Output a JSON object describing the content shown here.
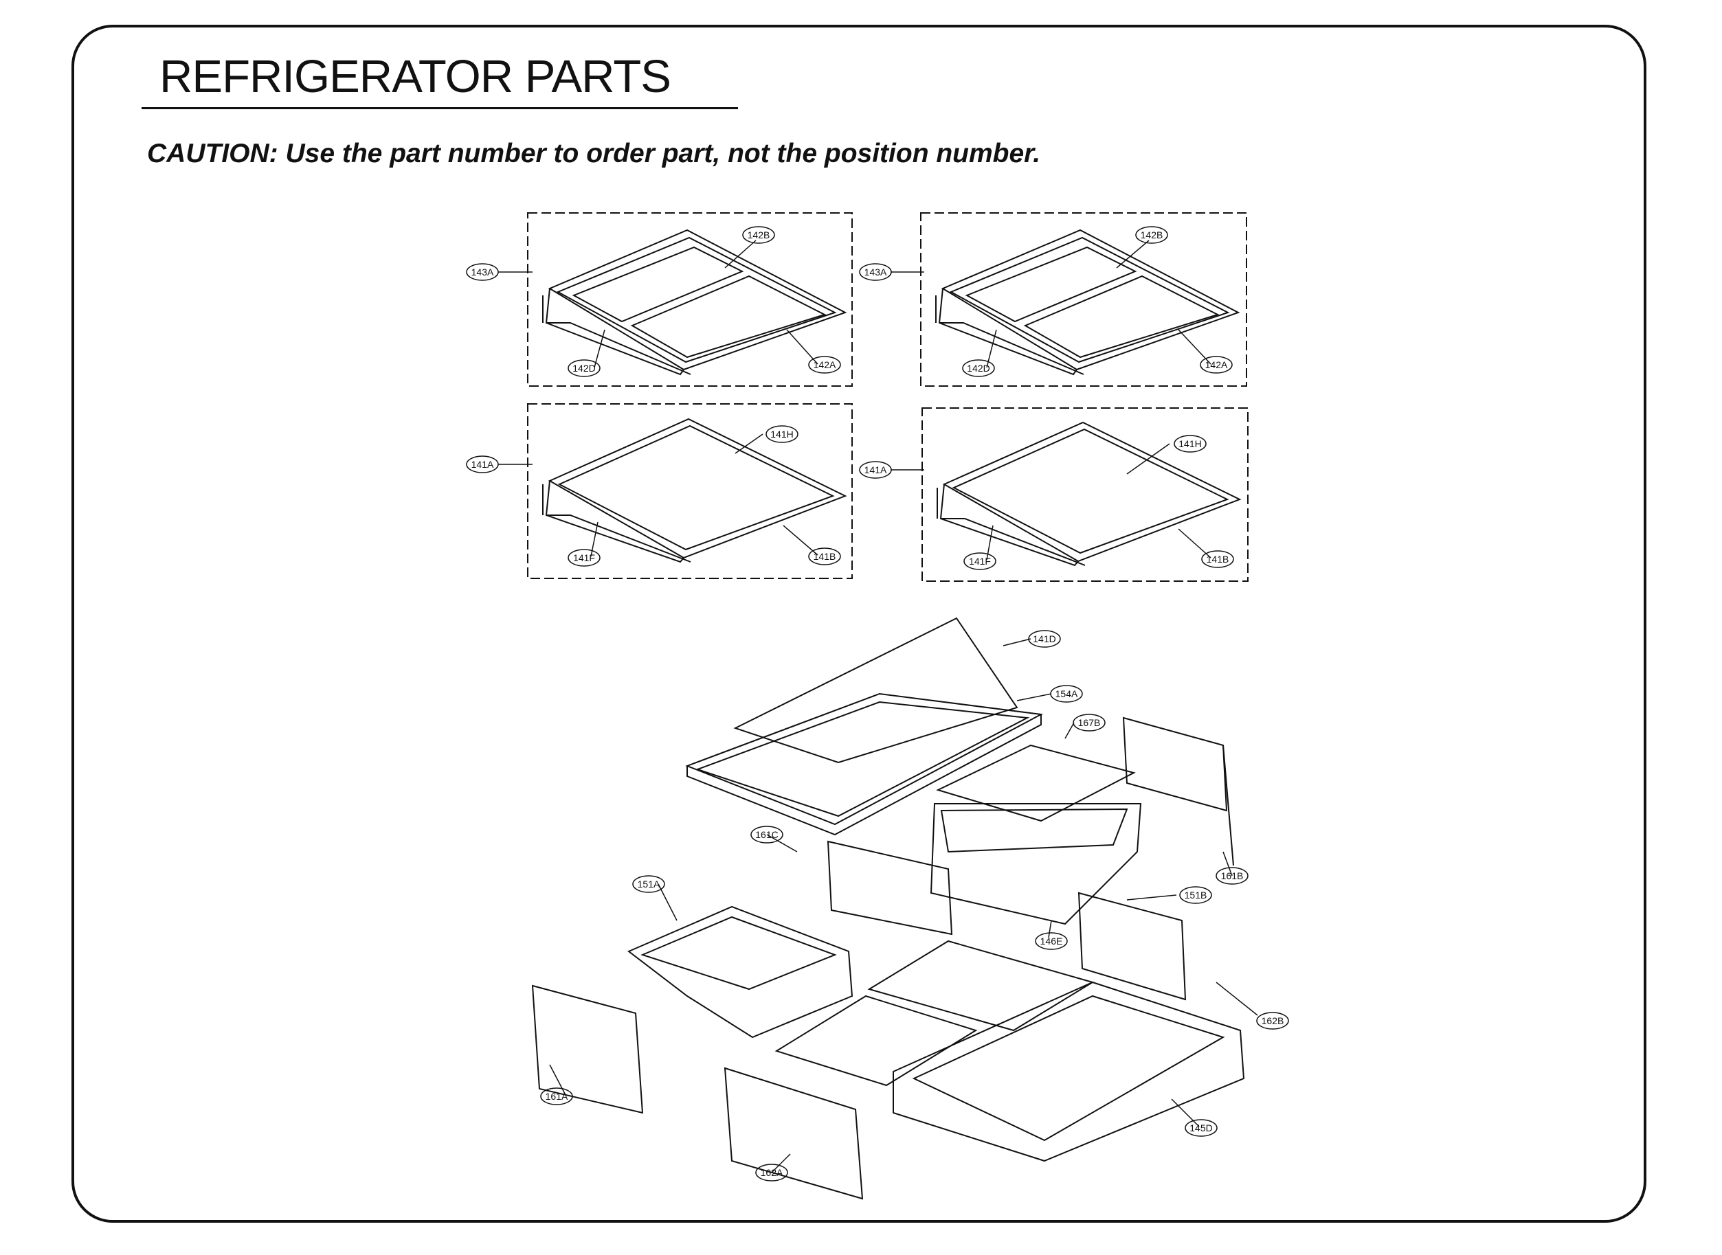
{
  "page": {
    "title": "REFRIGERATOR PARTS",
    "caution": "CAUTION: Use the part number to order part, not the position number."
  },
  "labels": {
    "p143A_l": "143A",
    "p142B_l": "142B",
    "p142D_l": "142D",
    "p142A_l": "142A",
    "p143A_r": "143A",
    "p142B_r": "142B",
    "p142D_r": "142D",
    "p142A_r": "142A",
    "p141A_l": "141A",
    "p141H_l": "141H",
    "p141F_l": "141F",
    "p141B_l": "141B",
    "p141A_r": "141A",
    "p141H_r": "141H",
    "p141F_r": "141F",
    "p141B_r": "141B",
    "p141D": "141D",
    "p154A": "154A",
    "p167B": "167B",
    "p161C": "161C",
    "p161B": "161B",
    "p151A": "151A",
    "p151B": "151B",
    "p146E": "146E",
    "p162B": "162B",
    "p161A": "161A",
    "p145D": "145D",
    "p162A": "162A"
  }
}
